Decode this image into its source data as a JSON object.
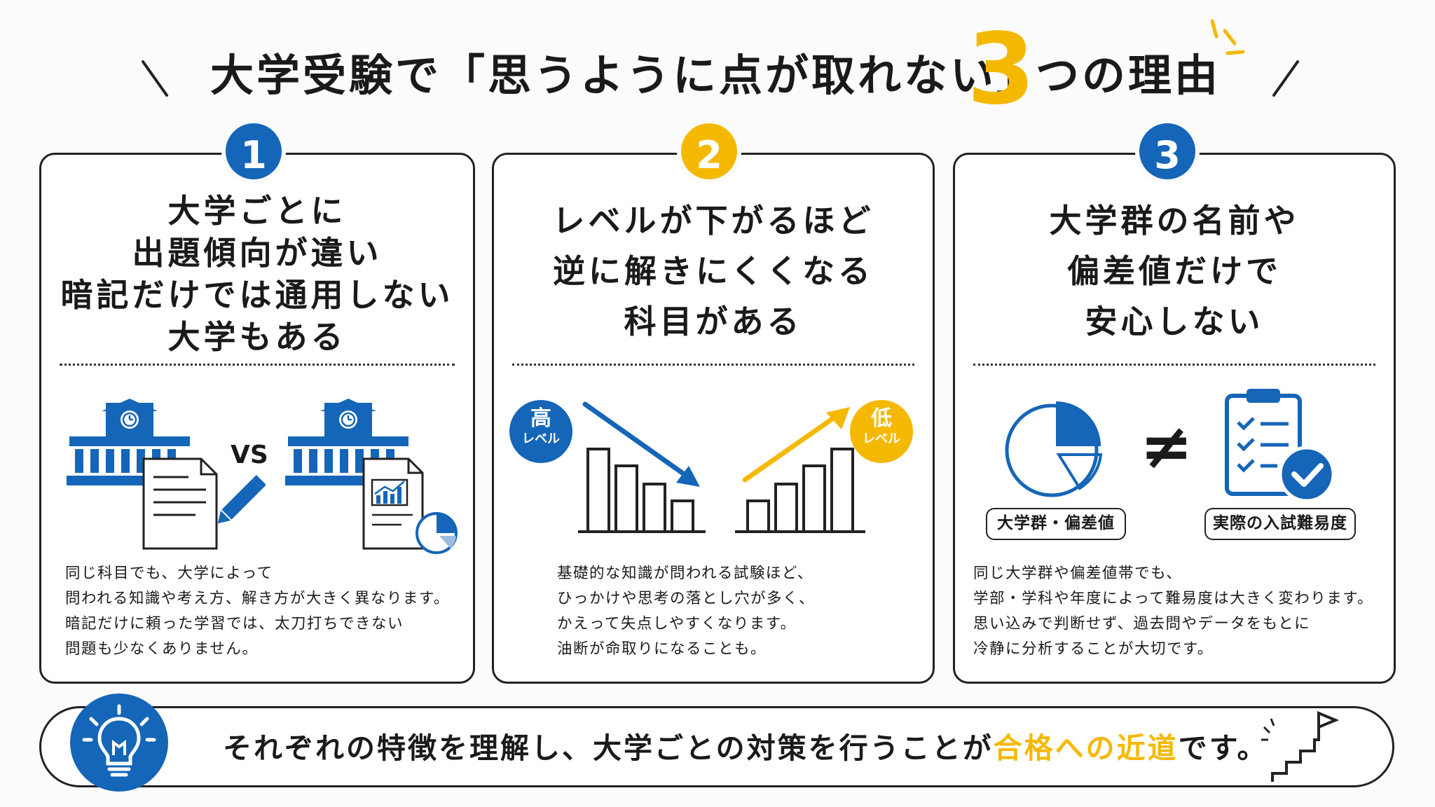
{
  "header": {
    "title_before": "大学受験で「思うように点が取れない」",
    "title_number": "3",
    "title_after": "つの理由"
  },
  "cards": [
    {
      "number": "1",
      "title_lines": [
        "大学ごとに",
        "出題傾向が違い",
        "暗記だけでは通用しない",
        "大学もある"
      ],
      "vs_label": "VS",
      "body_lines": [
        "同じ科目でも、大学によって",
        "問われる知識や考え方、解き方が大きく異なります。",
        "暗記だけに頼った学習では、太刀打ちできない",
        "問題も少なくありません。"
      ]
    },
    {
      "number": "2",
      "title_lines": [
        "レベルが下がるほど",
        "逆に解きにくくなる",
        "科目がある"
      ],
      "high_label": "高",
      "high_sub": "レベル",
      "low_label": "低",
      "low_sub": "レベル",
      "body_lines": [
        "基礎的な知識が問われる試験ほど、",
        "ひっかけや思考の落とし穴が多く、",
        "かえって失点しやすくなります。",
        "油断が命取りになることも。"
      ]
    },
    {
      "number": "3",
      "title_lines": [
        "大学群の名前や",
        "偏差値だけで",
        "安心しない"
      ],
      "left_pill": "大学群・偏差値",
      "not_equal": "≠",
      "right_pill": "実際の入試難易度",
      "body_lines": [
        "同じ大学群や偏差値帯でも、",
        "学部・学科や年度によって難易度は大きく変わります。",
        "思い込みで判断せず、過去問やデータをもとに",
        "冷静に分析することが大切です。"
      ]
    }
  ],
  "banner": {
    "text_before": "それぞれの特徴を理解し、大学ごとの対策を行うことが",
    "highlight": "合格への近道",
    "text_after": "です。"
  },
  "colors": {
    "blue": "#1565b8",
    "yellow": "#f5b800",
    "ink": "#1a1a1a"
  },
  "icons": [
    "university-building-icon",
    "document-pen-icon",
    "document-chart-icon",
    "down-trend-arrow-icon",
    "up-trend-arrow-icon",
    "pie-chart-icon",
    "clipboard-check-icon",
    "lightbulb-icon",
    "stairs-flag-icon"
  ]
}
